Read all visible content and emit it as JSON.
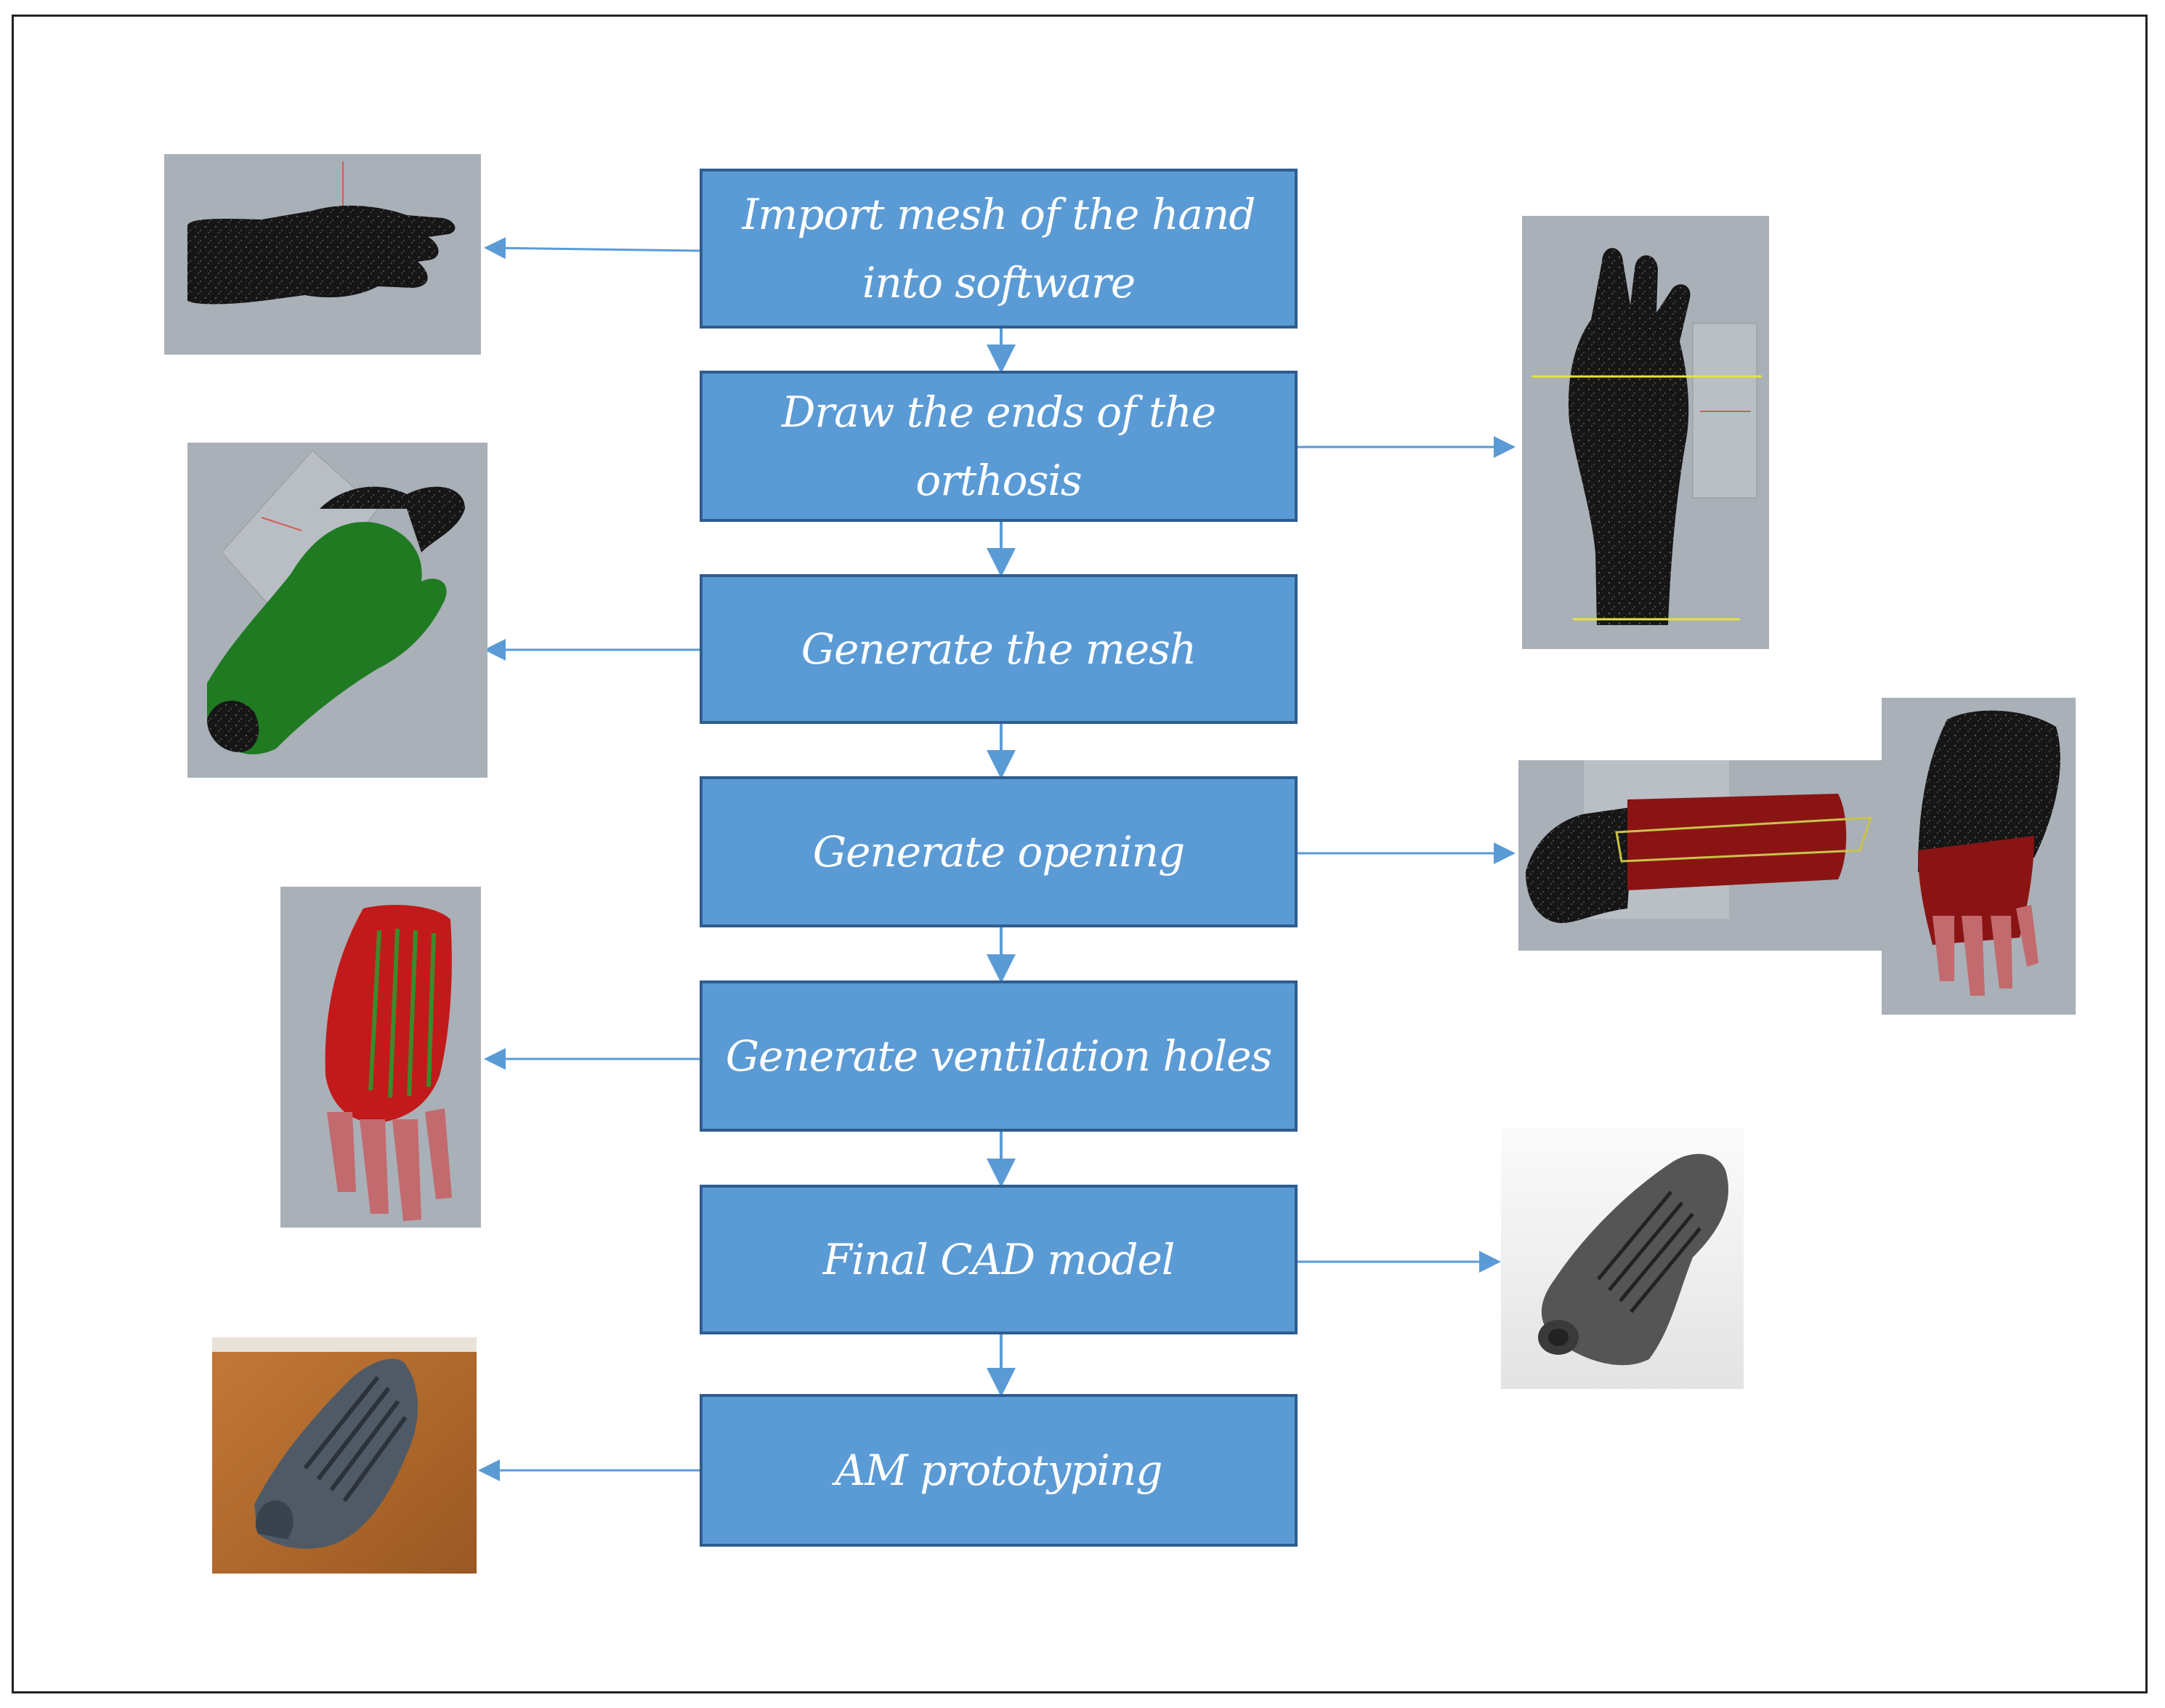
{
  "colors": {
    "box_fill": "#5b9bd5",
    "box_border": "#2e5d8e",
    "connector": "#5b9bd5",
    "box_text": "#ffffff",
    "viewport_bg": "#a9b0b7"
  },
  "steps": [
    {
      "label": "Import mesh of the hand into software",
      "image_side": "left"
    },
    {
      "label": "Draw the ends of the orthosis",
      "image_side": "right"
    },
    {
      "label": "Generate the mesh",
      "image_side": "left"
    },
    {
      "label": "Generate opening",
      "image_side": "right"
    },
    {
      "label": "Generate ventilation holes",
      "image_side": "left"
    },
    {
      "label": "Final CAD model",
      "image_side": "right"
    },
    {
      "label": "AM prototyping",
      "image_side": "left"
    }
  ],
  "images": [
    {
      "name": "hand-mesh-import",
      "depicts": "black hand mesh"
    },
    {
      "name": "hand-mesh-end-lines",
      "depicts": "upright hand mesh with two yellow lines"
    },
    {
      "name": "green-orthosis-mesh",
      "depicts": "green orthosis mesh over hand"
    },
    {
      "name": "red-orthosis-opening",
      "depicts": "red orthosis with opening"
    },
    {
      "name": "red-orthosis-ventilation",
      "depicts": "red orthosis with ventilation slots"
    },
    {
      "name": "gray-cad-model",
      "depicts": "gray CAD render of orthosis"
    },
    {
      "name": "printed-orthosis-photo",
      "depicts": "3D printed orthosis on wooden table"
    }
  ]
}
